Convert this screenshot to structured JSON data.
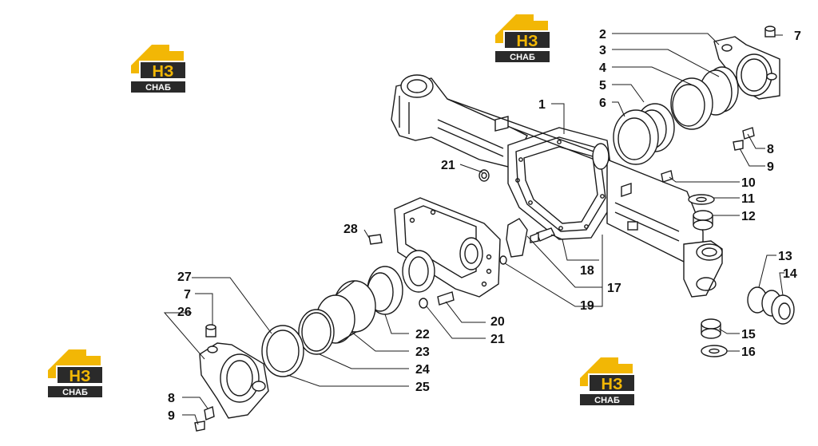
{
  "colors": {
    "logo_yellow": "#f2b705",
    "logo_dark": "#2a2a2a",
    "line": "#1a1a1a"
  },
  "logo": {
    "mark": "НЗ",
    "brand": "СНАБ"
  },
  "labels": {
    "l1": "1",
    "l2": "2",
    "l3": "3",
    "l4": "4",
    "l5": "5",
    "l6": "6",
    "l7a": "7",
    "l8a": "8",
    "l9a": "9",
    "l10": "10",
    "l11": "11",
    "l12": "12",
    "l13": "13",
    "l14": "14",
    "l15": "15",
    "l16": "16",
    "l17": "17",
    "l18": "18",
    "l19": "19",
    "l20": "20",
    "l21a": "21",
    "l21b": "21",
    "l22": "22",
    "l23": "23",
    "l24": "24",
    "l25": "25",
    "l26": "26",
    "l27": "27",
    "l28": "28",
    "l7b": "7",
    "l8b": "8",
    "l9b": "9"
  }
}
